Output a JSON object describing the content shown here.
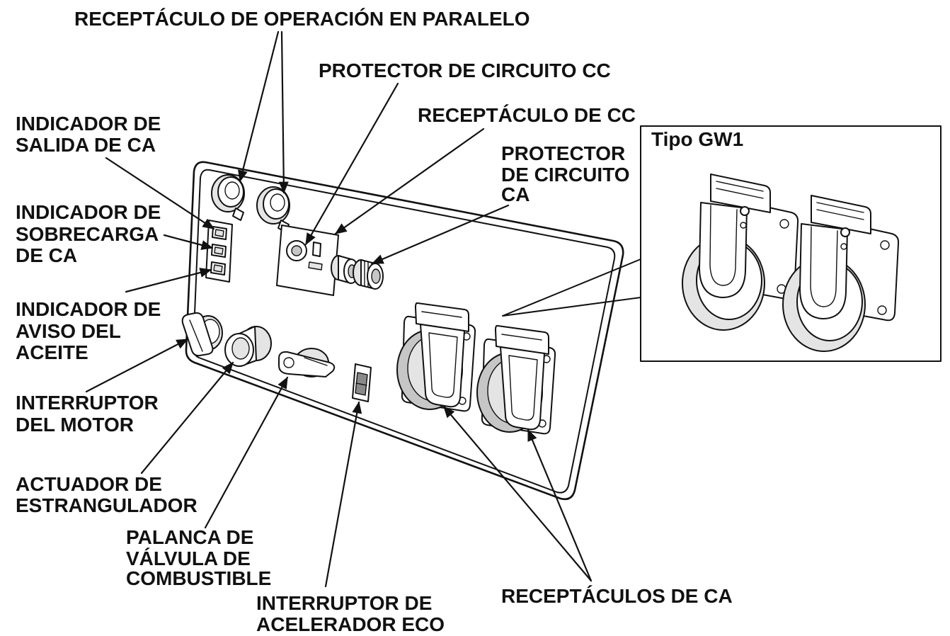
{
  "labels": {
    "paralelo": [
      "RECEPTÁCULO DE OPERACIÓN EN PARALELO"
    ],
    "protector_cc": [
      "PROTECTOR DE CIRCUITO CC"
    ],
    "receptaculo_cc": [
      "RECEPTÁCULO DE CC"
    ],
    "protector_ca": [
      "PROTECTOR",
      "DE CIRCUITO",
      "CA"
    ],
    "salida_ca": [
      "INDICADOR DE",
      "SALIDA DE CA"
    ],
    "sobrecarga_ca": [
      "INDICADOR DE",
      "SOBRECARGA",
      "DE CA"
    ],
    "aviso_aceite": [
      "INDICADOR DE",
      "AVISO DEL",
      "ACEITE"
    ],
    "interruptor_motor": [
      "INTERRUPTOR",
      "DEL MOTOR"
    ],
    "estrangulador": [
      "ACTUADOR DE",
      "ESTRANGULADOR"
    ],
    "valvula_combustible": [
      "PALANCA DE",
      "VÁLVULA DE",
      "COMBUSTIBLE"
    ],
    "acelerador_eco": [
      "INTERRUPTOR DE",
      "ACELERADOR ECO"
    ],
    "receptaculos_ca": [
      "RECEPTÁCULOS DE CA"
    ]
  },
  "inset": {
    "title": "Tipo GW1"
  },
  "colors": {
    "ink": "#111111",
    "paper": "#ffffff",
    "shade_light": "#e4e4e4",
    "shade_mid": "#c6c6c6",
    "shade_dark": "#8a8a8a"
  }
}
